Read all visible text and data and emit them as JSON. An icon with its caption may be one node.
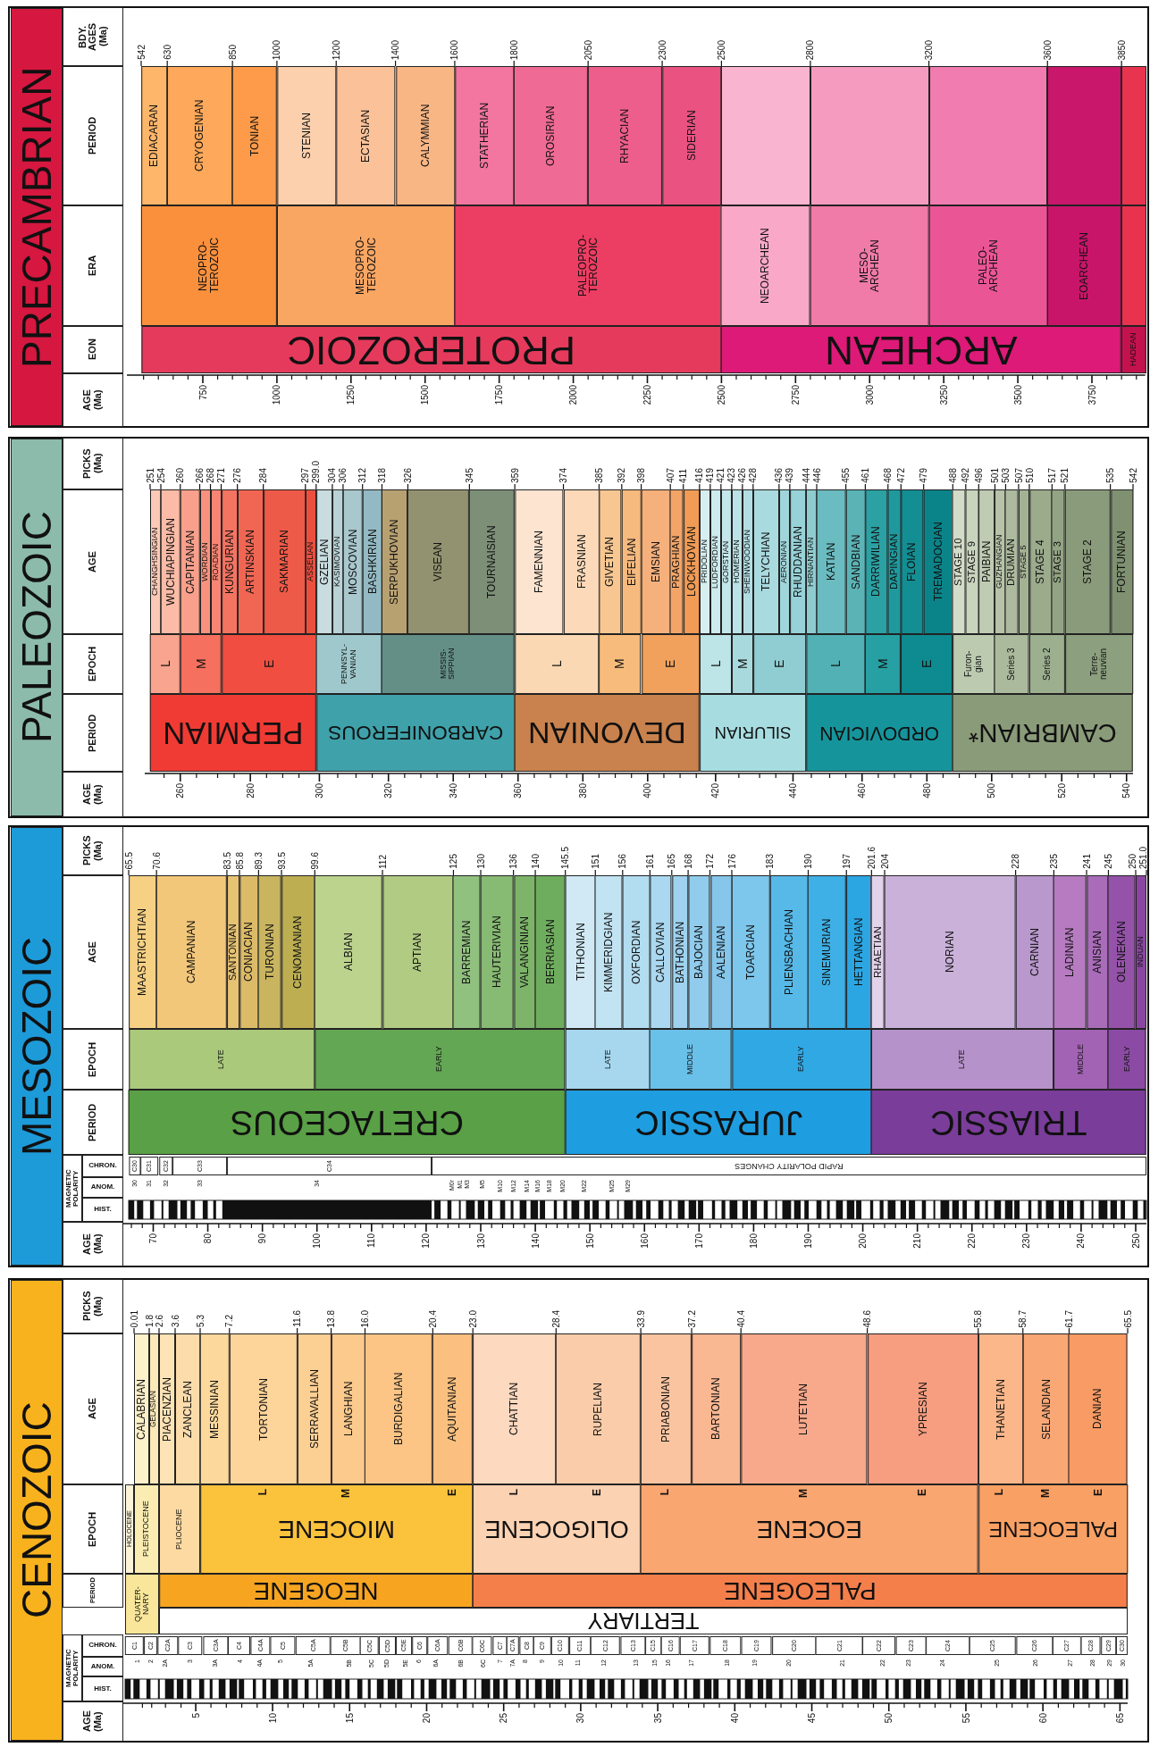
{
  "diagram": {
    "nodes": [
      {
        "text": [
          "PRECAMBRIAN"
        ]
      },
      {
        "text": [
          "EDIACARAN"
        ]
      },
      {
        "text": [
          "CRYOGENIAN"
        ]
      },
      {
        "text": [
          "TONIAN"
        ]
      },
      {
        "text": [
          "STENIAN"
        ]
      },
      {
        "text": [
          "ECTASIAN"
        ]
      },
      {
        "text": [
          "CALYMMIAN"
        ]
      },
      {
        "text": [
          "STATHERIAN"
        ]
      },
      {
        "text": [
          "OROSIRIAN"
        ]
      },
      {
        "text": [
          "RHYACIAN"
        ]
      },
      {
        "text": [
          "SIDERIAN"
        ]
      },
      {
        "text": [],
        "shape": "box"
      },
      {
        "text": [],
        "shape": "box"
      },
      {
        "text": [],
        "shape": "box"
      },
      {
        "text": [],
        "shape": "box"
      },
      {
        "text": [],
        "shape": "box"
      },
      {
        "text": [
          "NEOPRO- TEROZOIC"
        ]
      },
      {
        "text": [
          "MESOPRO- TEROZOIC"
        ]
      },
      {
        "text": [
          "PALEOPRO- TEROZOIC"
        ]
      },
      {
        "text": [
          "NEOARCHEAN"
        ]
      },
      {
        "text": [
          "MESO- ARCHEAN"
        ]
      },
      {
        "text": [
          "PALEO- ARCHEAN"
        ]
      },
      {
        "text": [
          "EOARCHEAN"
        ]
      },
      {
        "text": [],
        "shape": "box"
      },
      {
        "text": [
          "PROTEROZOIC"
        ]
      },
      {
        "text": [
          "ARCHEAN"
        ]
      },
      {
        "text": [
          "HADEAN"
        ]
      },
      {
        "text": [
          "PALEOZOIC"
        ]
      },
      {
        "text": [
          "CHANGHSINGIAN"
        ]
      },
      {
        "text": [
          "WUCHIAPINGIAN"
        ]
      },
      {
        "text": [
          "CAPITANIAN"
        ]
      },
      {
        "text": [
          "WORDIAN"
        ]
      },
      {
        "text": [
          "ROADIAN"
        ]
      },
      {
        "text": [
          "KUNGURIAN"
        ]
      },
      {
        "text": [
          "ARTINSKIAN"
        ]
      },
      {
        "text": [
          "SAKMARIAN"
        ]
      },
      {
        "text": [
          "ASSELIAN"
        ]
      },
      {
        "text": [
          "GZELIAN"
        ]
      },
      {
        "text": [
          "KASIMOVIAN"
        ]
      },
      {
        "text": [
          "MOSCOVIAN"
        ]
      },
      {
        "text": [
          "BASHKIRIAN"
        ]
      },
      {
        "text": [
          "SERPUKHOVIAN"
        ]
      },
      {
        "text": [
          "VISEAN"
        ]
      },
      {
        "text": [
          "TOURNAISIAN"
        ]
      },
      {
        "text": [
          "FAMENNIAN"
        ]
      },
      {
        "text": [
          "FRASNIAN"
        ]
      },
      {
        "text": [
          "GIVETIAN"
        ]
      },
      {
        "text": [
          "EIFELIAN"
        ]
      },
      {
        "text": [
          "EMSIAN"
        ]
      },
      {
        "text": [
          "PRAGHIAN"
        ]
      },
      {
        "text": [
          "LOCKHOVIAN"
        ]
      },
      {
        "text": [
          "PRIDOLIAN"
        ]
      },
      {
        "text": [
          "LUDFORDIAN"
        ]
      },
      {
        "text": [
          "GORSTIAN"
        ]
      },
      {
        "text": [
          "HOMERIAN"
        ]
      },
      {
        "text": [
          "SHEINWOODIAN"
        ]
      },
      {
        "text": [
          "TELYCHIAN"
        ]
      },
      {
        "text": [
          "AERONIAN"
        ]
      },
      {
        "text": [
          "RHUDDANIAN"
        ]
      },
      {
        "text": [
          "HIRNANTIAN"
        ]
      },
      {
        "text": [
          "KATIAN"
        ]
      },
      {
        "text": [
          "SANDBIAN"
        ]
      },
      {
        "text": [
          "DARRIWILIAN"
        ]
      },
      {
        "text": [
          "DAPINGIAN"
        ]
      },
      {
        "text": [
          "FLOIAN"
        ]
      },
      {
        "text": [
          "TREMADOCIAN"
        ]
      },
      {
        "text": [
          "STAGE 10"
        ]
      },
      {
        "text": [
          "STAGE 9"
        ]
      },
      {
        "text": [
          "PAIBIAN"
        ]
      },
      {
        "text": [
          "GUZHANGIAN"
        ]
      },
      {
        "text": [
          "DRUMIAN"
        ]
      },
      {
        "text": [
          "STAGE 5"
        ]
      },
      {
        "text": [
          "STAGE 4"
        ]
      },
      {
        "text": [
          "STAGE 3"
        ]
      },
      {
        "text": [
          "STAGE 2"
        ]
      },
      {
        "text": [
          "FORTUNIAN"
        ]
      },
      {
        "text": [
          "L"
        ]
      },
      {
        "text": [
          "M"
        ]
      },
      {
        "text": [
          "E"
        ]
      },
      {
        "text": [
          "PENNSYL- VANIAN"
        ]
      },
      {
        "text": [
          "MISSIS- SIPPIAN"
        ]
      },
      {
        "text": [
          "L"
        ]
      },
      {
        "text": [
          "M"
        ]
      },
      {
        "text": [
          "E"
        ]
      },
      {
        "text": [
          "L"
        ]
      },
      {
        "text": [
          "M"
        ]
      },
      {
        "text": [
          "E"
        ]
      },
      {
        "text": [
          "L"
        ]
      },
      {
        "text": [
          "M"
        ]
      },
      {
        "text": [
          "E"
        ]
      },
      {
        "text": [
          "Furon- gian"
        ]
      },
      {
        "text": [
          "Series 3"
        ]
      },
      {
        "text": [
          "Series 2"
        ]
      },
      {
        "text": [
          "Terre- neuvian"
        ]
      },
      {
        "text": [
          "PERMIAN"
        ]
      },
      {
        "text": [
          "CARBONIFEROUS"
        ]
      },
      {
        "text": [
          "DEVONIAN"
        ]
      },
      {
        "text": [
          "SILURIAN"
        ]
      },
      {
        "text": [
          "ORDOVICIAN"
        ]
      },
      {
        "text": [
          "CAMBRIAN*"
        ]
      },
      {
        "text": [
          "MESOZOIC"
        ]
      },
      {
        "text": [
          "MAASTRICHTIAN"
        ]
      },
      {
        "text": [
          "CAMPANIAN"
        ]
      },
      {
        "text": [
          "SANTONIAN"
        ]
      },
      {
        "text": [
          "CONIACIAN"
        ]
      },
      {
        "text": [
          "TURONIAN"
        ]
      },
      {
        "text": [
          "CENOMANIAN"
        ]
      },
      {
        "text": [
          "ALBIAN"
        ]
      },
      {
        "text": [
          "APTIAN"
        ]
      },
      {
        "text": [
          "BARREMIAN"
        ]
      },
      {
        "text": [
          "HAUTERIVIAN"
        ]
      },
      {
        "text": [
          "VALANGINIAN"
        ]
      },
      {
        "text": [
          "BERRIASIAN"
        ]
      },
      {
        "text": [
          "TITHONIAN"
        ]
      },
      {
        "text": [
          "KIMMERIDGIAN"
        ]
      },
      {
        "text": [
          "OXFORDIAN"
        ]
      },
      {
        "text": [
          "CALLOVIAN"
        ]
      },
      {
        "text": [
          "BATHONIAN"
        ]
      },
      {
        "text": [
          "BAJOCIAN"
        ]
      },
      {
        "text": [
          "AALENIAN"
        ]
      },
      {
        "text": [
          "TOARCIAN"
        ]
      },
      {
        "text": [
          "PLIENSBACHIAN"
        ]
      },
      {
        "text": [
          "SINEMURIAN"
        ]
      },
      {
        "text": [
          "HETTANGIAN"
        ]
      },
      {
        "text": [
          "RHAETIAN"
        ]
      },
      {
        "text": [
          "NORIAN"
        ]
      },
      {
        "text": [
          "CARNIAN"
        ]
      },
      {
        "text": [
          "LADINIAN"
        ]
      },
      {
        "text": [
          "ANISIAN"
        ]
      },
      {
        "text": [
          "OLENEKIAN"
        ]
      },
      {
        "text": [
          "INDUAN"
        ]
      },
      {
        "text": [
          "LATE"
        ]
      },
      {
        "text": [
          "EARLY"
        ]
      },
      {
        "text": [
          "LATE"
        ]
      },
      {
        "text": [
          "MIDDLE"
        ]
      },
      {
        "text": [
          "EARLY"
        ]
      },
      {
        "text": [
          "LATE"
        ]
      },
      {
        "text": [
          "MIDDLE"
        ]
      },
      {
        "text": [
          "EARLY"
        ]
      },
      {
        "text": [
          "CRETACEOUS"
        ]
      },
      {
        "text": [
          "JURASSIC"
        ]
      },
      {
        "text": [
          "TRIASSIC"
        ]
      },
      {
        "text": [
          "CENOZOIC"
        ]
      },
      {
        "text": [
          "CALABRIAN"
        ]
      },
      {
        "text": [
          "GELASIAN"
        ]
      },
      {
        "text": [
          "PIACENZIAN"
        ]
      },
      {
        "text": [
          "ZANCLEAN"
        ]
      },
      {
        "text": [
          "MESSINIAN"
        ]
      },
      {
        "text": [
          "TORTONIAN"
        ]
      },
      {
        "text": [
          "SERRAVALLIAN"
        ]
      },
      {
        "text": [
          "LANGHIAN"
        ]
      },
      {
        "text": [
          "BURDIGALIAN"
        ]
      },
      {
        "text": [
          "AQUITANIAN"
        ]
      },
      {
        "text": [
          "CHATTIAN"
        ]
      },
      {
        "text": [
          "RUPELIAN"
        ]
      },
      {
        "text": [
          "PRIABONIAN"
        ]
      },
      {
        "text": [
          "BARTONIAN"
        ]
      },
      {
        "text": [
          "LUTETIAN"
        ]
      },
      {
        "text": [
          "YPRESIAN"
        ]
      },
      {
        "text": [
          "THANETIAN"
        ]
      },
      {
        "text": [
          "SELANDIAN"
        ]
      },
      {
        "text": [
          "DANIAN"
        ]
      },
      {
        "text": [
          "HOLOCENE"
        ]
      },
      {
        "text": [
          "PLEISTOCENE"
        ]
      },
      {
        "text": [
          "PLIOCENE"
        ]
      },
      {
        "text": [
          "MIOCENE"
        ]
      },
      {
        "text": [
          "OLIGOCENE"
        ]
      },
      {
        "text": [
          "EOCENE"
        ]
      },
      {
        "text": [
          "PALEOCENE"
        ]
      },
      {
        "text": [
          "QUATER- NARY"
        ]
      },
      {
        "text": [
          "NEOGENE"
        ]
      },
      {
        "text": [
          "PALEOGENE"
        ]
      },
      {
        "text": [
          "TERTIARY"
        ]
      }
    ],
    "labels": [
      "BDY. AGES (Ma)",
      "PERIOD",
      "ERA",
      "EON",
      "AGE (Ma)",
      "542",
      "630",
      "850",
      "1000",
      "1200",
      "1400",
      "1600",
      "1800",
      "2050",
      "2300",
      "2500",
      "2800",
      "3200",
      "3600",
      "3850",
      "750",
      "1000",
      "1250",
      "1500",
      "1750",
      "2000",
      "2250",
      "2500",
      "2750",
      "3000",
      "3250",
      "3500",
      "3750",
      "PICKS (Ma)",
      "AGE",
      "EPOCH",
      "PERIOD",
      "AGE (Ma)",
      "251",
      "254",
      "260",
      "266",
      "268",
      "271",
      "276",
      "284",
      "297",
      "299.0",
      "304",
      "306",
      "312",
      "318",
      "326",
      "345",
      "359",
      "374",
      "385",
      "392",
      "398",
      "407",
      "411",
      "416",
      "419",
      "421",
      "423",
      "426",
      "428",
      "436",
      "439",
      "444",
      "446",
      "455",
      "461",
      "468",
      "472",
      "479",
      "488",
      "492",
      "496",
      "501",
      "503",
      "507",
      "510",
      "517",
      "521",
      "535",
      "542",
      "260",
      "280",
      "300",
      "320",
      "340",
      "360",
      "380",
      "400",
      "420",
      "440",
      "460",
      "480",
      "500",
      "520",
      "540",
      "PICKS (Ma)",
      "AGE",
      "EPOCH",
      "PERIOD",
      "MAGNETIC POLARITY",
      "CHRON.",
      "ANOM.",
      "HIST.",
      "AGE (Ma)",
      "65.5",
      "70.6",
      "83.5",
      "85.8",
      "89.3",
      "93.5",
      "99.6",
      "112",
      "125",
      "130",
      "136",
      "140",
      "145.5",
      "151",
      "156",
      "161",
      "165",
      "168",
      "172",
      "176",
      "183",
      "190",
      "197",
      "201.6",
      "204",
      "228",
      "235",
      "241",
      "245",
      "250",
      "251.0",
      "C30",
      "C31",
      "C32",
      "C33",
      "C34",
      "RAPID POLARITY CHANGES",
      "30",
      "31",
      "32",
      "33",
      "34",
      "M0r",
      "M1",
      "M3",
      "M5",
      "M10",
      "M12",
      "M14",
      "M16",
      "M18",
      "M20",
      "M22",
      "M25",
      "M29",
      "70",
      "80",
      "90",
      "100",
      "110",
      "120",
      "130",
      "140",
      "150",
      "160",
      "170",
      "180",
      "190",
      "200",
      "210",
      "220",
      "230",
      "240",
      "250",
      "PICKS (Ma)",
      "AGE",
      "EPOCH",
      "PERIOD",
      "MAGNETIC POLARITY",
      "CHRON.",
      "ANOM.",
      "HIST.",
      "AGE (Ma)",
      "0.01",
      "1.8",
      "2.6",
      "3.6",
      "5.3",
      "7.2",
      "11.6",
      "13.8",
      "16.0",
      "20.4",
      "23.0",
      "28.4",
      "33.9",
      "37.2",
      "40.4",
      "48.6",
      "55.8",
      "58.7",
      "61.7",
      "65.5",
      "L",
      "M",
      "E",
      "L",
      "E",
      "L",
      "M",
      "E",
      "L",
      "M",
      "E",
      "C1",
      "C2",
      "C2A",
      "C3",
      "C3A",
      "C4",
      "C4A",
      "C5",
      "C5A",
      "C5B",
      "C5C",
      "C5D",
      "C5E",
      "C6",
      "C6A",
      "C6B",
      "C6C",
      "C7",
      "C7A",
      "C8",
      "C9",
      "C10",
      "C11",
      "C12",
      "C13",
      "C15",
      "C16",
      "C17",
      "C18",
      "C19",
      "C20",
      "C21",
      "C22",
      "C23",
      "C24",
      "C25",
      "C26",
      "C27",
      "C28",
      "C29",
      "C30",
      "1",
      "2",
      "2A",
      "3",
      "3A",
      "4",
      "4A",
      "5",
      "5A",
      "5B",
      "5C",
      "5D",
      "5E",
      "6",
      "6A",
      "6B",
      "6C",
      "7",
      "7A",
      "8",
      "9",
      "10",
      "11",
      "12",
      "13",
      "15",
      "16",
      "17",
      "18",
      "19",
      "20",
      "21",
      "22",
      "23",
      "24",
      "25",
      "26",
      "27",
      "28",
      "29",
      "30",
      "5",
      "10",
      "15",
      "20",
      "25",
      "30",
      "35",
      "40",
      "45",
      "50",
      "55",
      "60",
      "65"
    ]
  }
}
